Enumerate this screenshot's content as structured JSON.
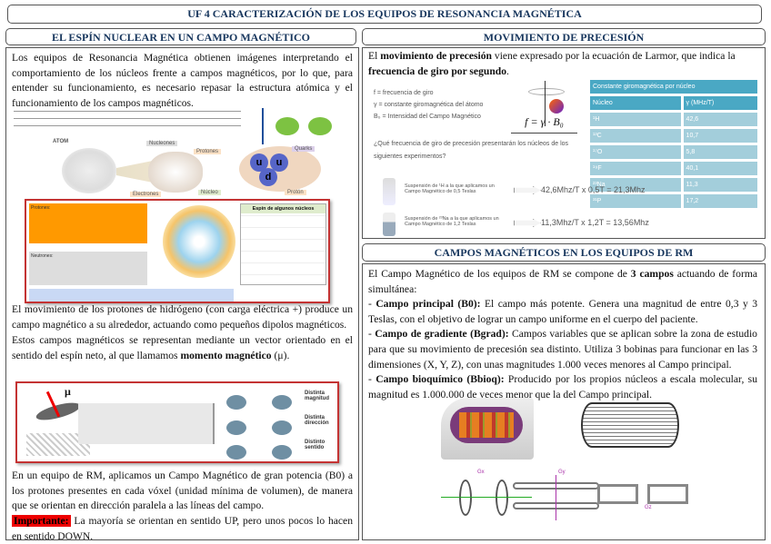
{
  "title": "UF 4 CARACTERIZACIÓN DE LOS EQUIPOS DE RESONANCIA MAGNÉTICA",
  "left": {
    "header": "EL ESPÍN NUCLEAR EN UN CAMPO MAGNÉTICO",
    "p1": "Los equipos de Resonancia Magnética obtienen imágenes interpretando el comportamiento de los núcleos frente a campos magnéticos, por lo que, para entender su funcionamiento, es necesario repasar la estructura atómica y el funcionamiento de los campos magnéticos.",
    "fig1": {
      "atom": "ATOM",
      "nucleons": "Nucleones",
      "protons": "Protones",
      "nucleus": "Núcleo",
      "electrons": "Electrones",
      "quarks": "Quarks",
      "proton": "Protón",
      "u": "u",
      "d": "d"
    },
    "fig2": {
      "protons_title": "Protones:",
      "neutrons_title": "Neutrones:",
      "table_title": "Espín de algunos núcleos"
    },
    "p2": "El movimiento de los protones de hidrógeno (con carga eléctrica +) produce un campo magnético a su alrededor, actuando como pequeños dipolos magnéticos.",
    "p3_pre": "Estos campos magnéticos se representan mediante un vector orientado en el sentido del espín neto, al que llamamos ",
    "p3_bold": "momento magnético",
    "p3_post": " (μ).",
    "fig3": {
      "mu": "μ",
      "labels": [
        "Distinta magnitud",
        "Distinta dirección",
        "Distinto sentido"
      ]
    },
    "p4": "En un equipo de RM, aplicamos un Campo Magnético de gran potencia (B0) a los protones presentes en cada vóxel (unidad mínima de volumen), de manera que se orientan en dirección paralela a las líneas del campo.",
    "important_label": "Importante:",
    "important_text": " La mayoría se orientan en sentido UP, pero unos pocos lo hacen en sentido DOWN."
  },
  "right": {
    "header1": "MOVIMIENTO DE PRECESIÓN",
    "p1_pre": "El ",
    "p1_bold1": "movimiento de precesión",
    "p1_mid": " viene expresado por la ecuación de Larmor, que indica la ",
    "p1_bold2": "frecuencia de giro por segundo",
    "p1_post": ".",
    "legend": [
      "f = frecuencia de giro",
      "γ = constante giromagnética del átomo",
      "B₀ = Intensidad del Campo Magnético"
    ],
    "formula": "f = γ · B₀",
    "question": "¿Qué frecuencia de giro de precesión presentarán los núcleos de los siguientes experimentos?",
    "gyro_table": {
      "title": "Constante giromagnética por núcleo",
      "headers": [
        "Núcleo",
        "γ (MHz/T)"
      ],
      "rows": [
        [
          "¹H",
          "42,6"
        ],
        [
          "¹³C",
          "10,7"
        ],
        [
          "¹⁷O",
          "5,8"
        ],
        [
          "¹⁹F",
          "40,1"
        ],
        [
          "²³Na",
          "11,3"
        ],
        [
          "³¹P",
          "17,2"
        ]
      ]
    },
    "experiments": [
      {
        "desc": "Suspensión de ¹H a la que aplicamos un Campo Magnético de 0,5 Teslas",
        "result": "42,6Mhz/T x 0,5T = 21,3Mhz"
      },
      {
        "desc": "Suspensión de ²³Na a la que aplicamos un Campo Magnético de 1,2 Teslas",
        "result": "11,3Mhz/T x 1,2T = 13,56Mhz"
      }
    ],
    "header2": "CAMPOS MAGNÉTICOS EN LOS EQUIPOS DE RM",
    "c_intro_pre": "El Campo Magnético de los equipos de RM se compone de ",
    "c_intro_bold": "3 campos",
    "c_intro_post": " actuando de forma simultánea:",
    "items": [
      {
        "label": "Campo principal (B0):",
        "text": " El campo más potente. Genera una magnitud de entre 0,3 y 3 Teslas, con el objetivo de lograr un campo uniforme en el cuerpo del paciente."
      },
      {
        "label": "Campo de gradiente (Bgrad):",
        "text": " Campos variables que se aplican sobre la zona de estudio para que su movimiento de precesión sea distinto. Utiliza 3 bobinas para funcionar en las 3 dimensiones (X, Y, Z), con unas magnitudes 1.000 veces menores al Campo principal."
      },
      {
        "label": "Campo bioquímico (Bbioq):",
        "text": " Producido por los propios núcleos a escala molecular, su magnitud es 1.000.000 de veces menor que la del Campo principal."
      }
    ],
    "axes": {
      "x": "Gx",
      "y": "Gy",
      "z": "Gz"
    }
  }
}
